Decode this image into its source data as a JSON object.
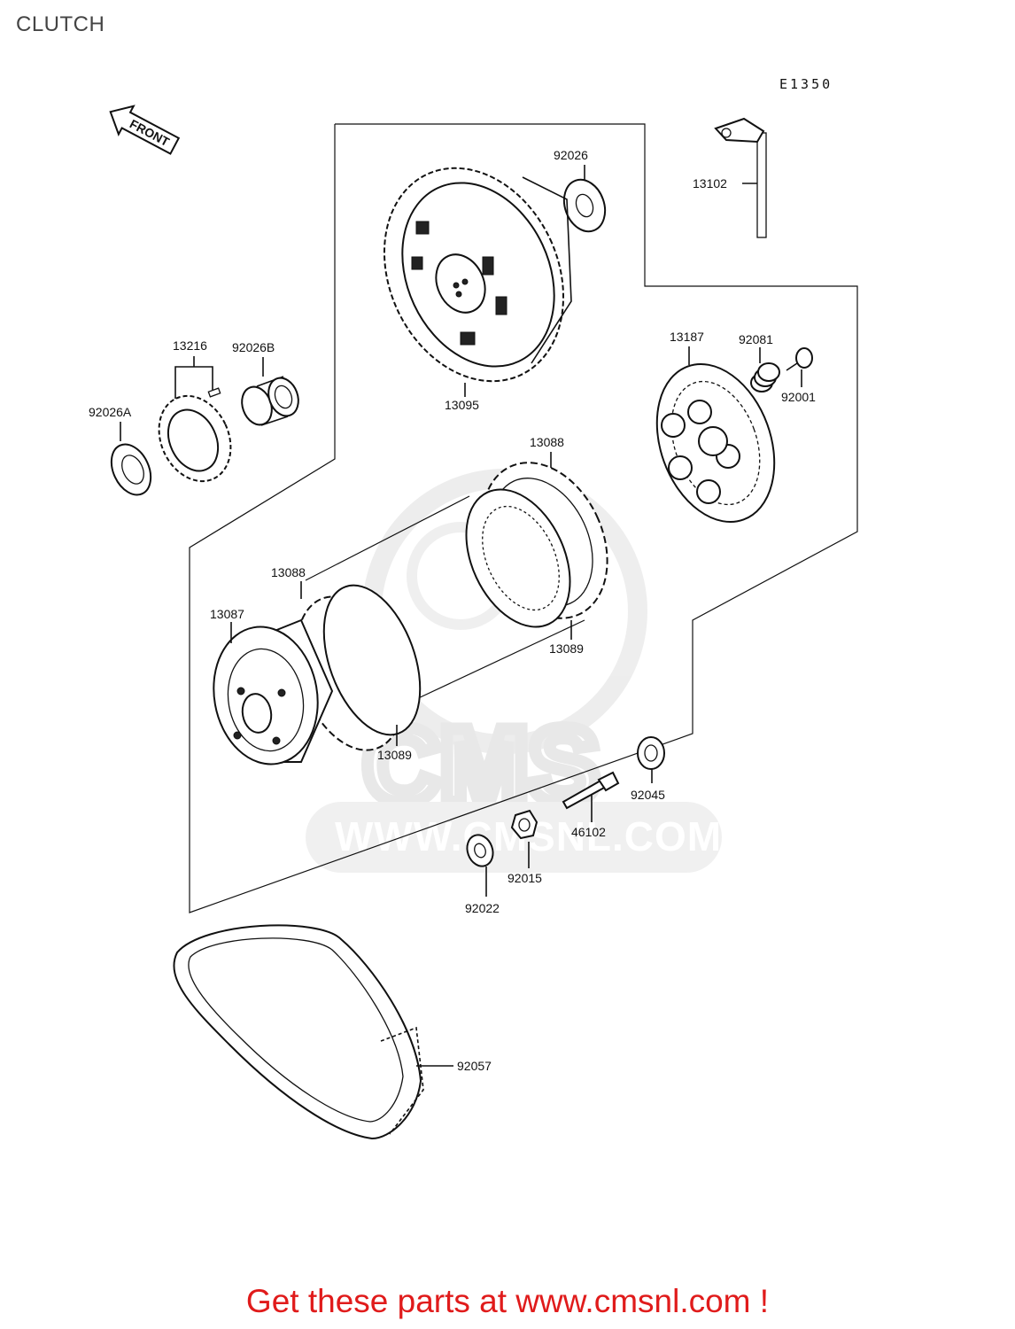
{
  "page": {
    "title": "CLUTCH",
    "diagram_code": "E1350",
    "front_label": "FRONT",
    "cta": "Get these parts at www.cmsnl.com !"
  },
  "watermark": {
    "logo_text": "CMS",
    "url": "WWW.CMSNL.COM"
  },
  "parts": [
    {
      "key": "p92026",
      "number": "92026"
    },
    {
      "key": "p13102",
      "number": "13102"
    },
    {
      "key": "p13216",
      "number": "13216"
    },
    {
      "key": "p92026B",
      "number": "92026B"
    },
    {
      "key": "p92026A",
      "number": "92026A"
    },
    {
      "key": "p13095",
      "number": "13095"
    },
    {
      "key": "p13187",
      "number": "13187"
    },
    {
      "key": "p92081",
      "number": "92081"
    },
    {
      "key": "p92001",
      "number": "92001"
    },
    {
      "key": "p13088a",
      "number": "13088"
    },
    {
      "key": "p13088b",
      "number": "13088"
    },
    {
      "key": "p13087",
      "number": "13087"
    },
    {
      "key": "p13089a",
      "number": "13089"
    },
    {
      "key": "p13089b",
      "number": "13089"
    },
    {
      "key": "p92045",
      "number": "92045"
    },
    {
      "key": "p46102",
      "number": "46102"
    },
    {
      "key": "p92015",
      "number": "92015"
    },
    {
      "key": "p92022",
      "number": "92022"
    },
    {
      "key": "p92057",
      "number": "92057"
    }
  ]
}
